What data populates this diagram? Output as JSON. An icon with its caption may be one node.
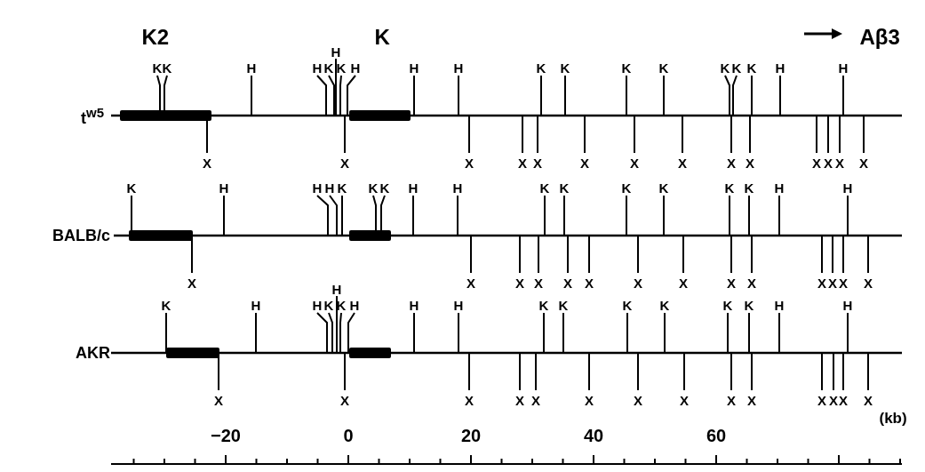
{
  "diagram": {
    "labels": [
      "K2",
      "K",
      "Aβ3",
      "t$^{w5}$",
      "H",
      "K",
      "K",
      "H",
      "H",
      "K",
      "K",
      "H",
      "H",
      "H",
      "K",
      "K",
      "K",
      "K",
      "K",
      "K",
      "K",
      "H",
      "H",
      "X",
      "X",
      "X",
      "X",
      "X",
      "X",
      "X",
      "X",
      "X",
      "X",
      "X",
      "X",
      "X",
      "X",
      "BALB/c",
      "K",
      "H",
      "H",
      "H",
      "K",
      "K",
      "K",
      "H",
      "H",
      "K",
      "K",
      "K",
      "K",
      "K",
      "K",
      "H",
      "H",
      "X",
      "X",
      "X",
      "X",
      "X",
      "X",
      "X",
      "X",
      "X",
      "X",
      "X",
      "X",
      "X",
      "X",
      "AKR",
      "H",
      "K",
      "H",
      "H",
      "K",
      "K",
      "H",
      "H",
      "H",
      "K",
      "K",
      "K",
      "K",
      "K",
      "K",
      "H",
      "H",
      "X",
      "X",
      "X",
      "X",
      "X",
      "X",
      "X",
      "X",
      "X",
      "X",
      "X",
      "X",
      "X",
      "X",
      "−20",
      "0",
      "20",
      "40",
      "60",
      "(kb)"
    ]
  }
}
